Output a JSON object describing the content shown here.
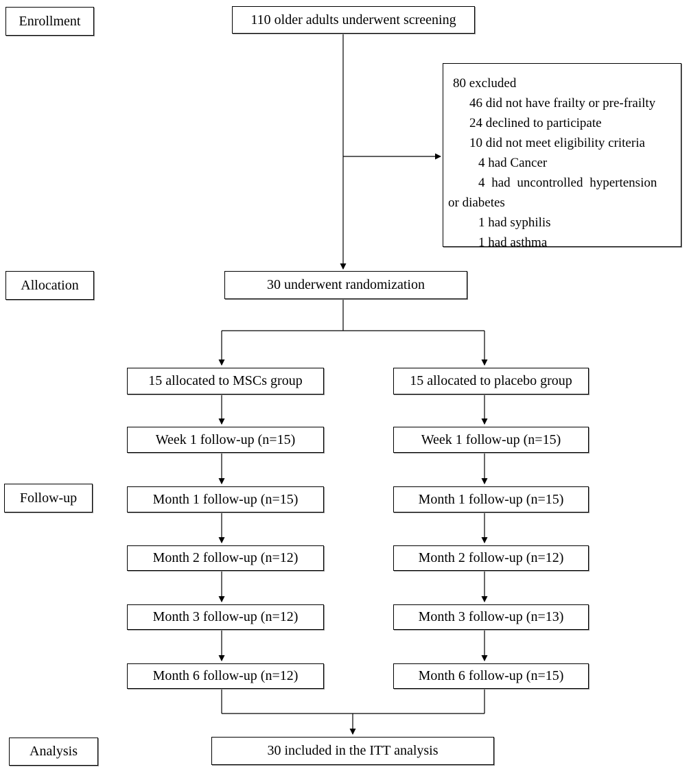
{
  "title": "Trial enrollment flow diagram",
  "colors": {
    "line": "#000000",
    "box_border": "#000000",
    "box_background": "#ffffff",
    "page_background": "#ffffff",
    "text": "#000000"
  },
  "stages": [
    {
      "id": "enrollment",
      "label": "Enrollment"
    },
    {
      "id": "allocation",
      "label": "Allocation"
    },
    {
      "id": "followup",
      "label": "Follow-up"
    },
    {
      "id": "analysis",
      "label": "Analysis"
    }
  ],
  "flow": {
    "screening_label": "110 older adults underwent screening",
    "excluded": {
      "lines": [
        {
          "text": "80 excluded",
          "indent": 0
        },
        {
          "text": "46 did not have frailty or pre-frailty",
          "indent": 1
        },
        {
          "text": "24 declined to participate",
          "indent": 1
        },
        {
          "text": "10 did not meet eligibility criteria",
          "indent": 1
        },
        {
          "text": "4 had Cancer",
          "indent": 2
        },
        {
          "text": "4 had uncontrolled hypertension",
          "indent": 2
        },
        {
          "text": "or diabetes",
          "indent": 0
        },
        {
          "text": "1 had syphilis",
          "indent": 2
        },
        {
          "text": "1 had asthma",
          "indent": 2
        }
      ]
    },
    "randomization_label": "30 underwent randomization",
    "analysis_label": "30 included in the ITT analysis"
  },
  "arms": {
    "left": {
      "name": "MSCs group",
      "boxes": [
        "15 allocated to MSCs group",
        "Week 1 follow-up (n=15)",
        "Month 1 follow-up (n=15)",
        "Month 2 follow-up (n=12)",
        "Month 3 follow-up (n=12)",
        "Month 6 follow-up (n=12)"
      ]
    },
    "right": {
      "name": "placebo group",
      "boxes": [
        "15 allocated to placebo group",
        "Week 1 follow-up (n=15)",
        "Month 1 follow-up (n=15)",
        "Month 2 follow-up (n=12)",
        "Month 3 follow-up (n=13)",
        "Month 6 follow-up (n=15)"
      ]
    }
  }
}
